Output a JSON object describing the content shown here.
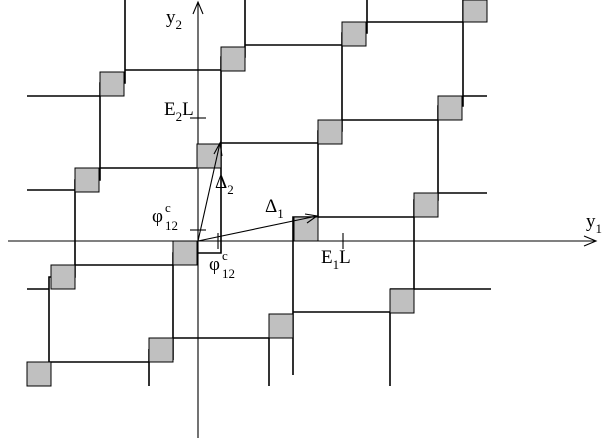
{
  "axes": {
    "x_label": "y",
    "x_sub": "1",
    "y_label": "y",
    "y_sub": "2"
  },
  "labels": {
    "e2l": {
      "main": "E",
      "sub": "2",
      "tail": "L"
    },
    "e1l": {
      "main": "E",
      "sub": "1",
      "tail": "L"
    },
    "delta1": {
      "main": "Δ",
      "sub": "1"
    },
    "delta2": {
      "main": "Δ",
      "sub": "2"
    },
    "phi_left": {
      "main": "φ",
      "sub": "12",
      "sup": "c"
    },
    "phi_right": {
      "main": "φ",
      "sub": "12",
      "sup": "c"
    }
  },
  "colors": {
    "cell_fill": "#c0c0c0",
    "line": "#000000"
  }
}
